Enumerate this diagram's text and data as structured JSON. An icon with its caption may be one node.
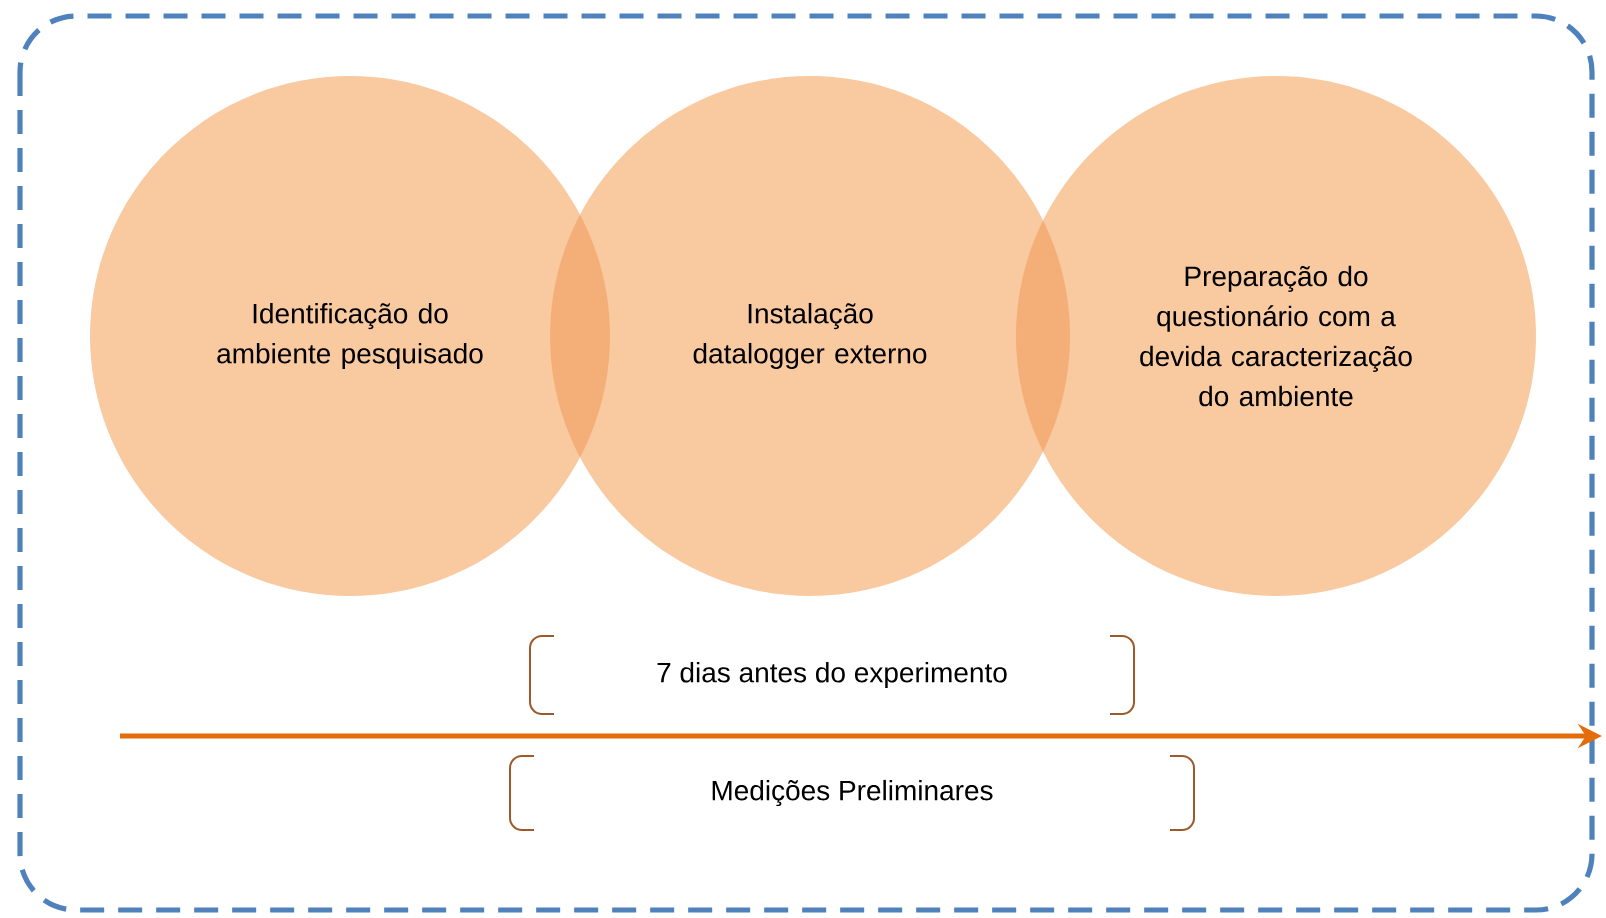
{
  "diagram": {
    "nodes": [
      {
        "text": [
          "Identificação do ambiente pesquisado"
        ]
      },
      {
        "text": [
          "Instalação datalogger externo"
        ]
      },
      {
        "text": [
          "Preparação do questionário com a devida caracterização do ambiente"
        ]
      },
      {
        "text": [
          "7 dias antes do experimento"
        ]
      },
      {
        "text": [
          "Medições Preliminares"
        ]
      }
    ]
  }
}
